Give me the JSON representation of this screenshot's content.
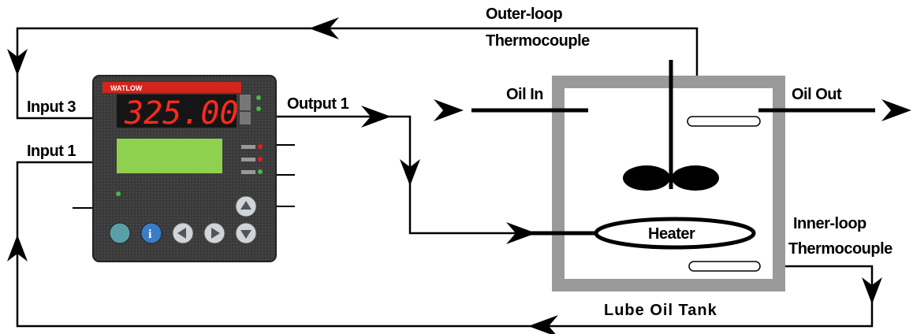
{
  "labels": {
    "outer_loop_line1": "Outer-loop",
    "outer_loop_line2": "Thermocouple",
    "input3": "Input 3",
    "input1": "Input 1",
    "output1": "Output 1",
    "oil_in": "Oil In",
    "oil_out": "Oil Out",
    "heater": "Heater",
    "inner_loop_line1": "Inner-loop",
    "inner_loop_line2": "Thermocouple",
    "tank": "Lube Oil Tank"
  },
  "controller": {
    "brand": "WATLOW",
    "display_value": "325.00"
  },
  "colors": {
    "display_text": "#ff2a1f",
    "controller_body": "#3a3a3a",
    "lcd_panel": "#8fd14f",
    "tank_wall": "#9a9a9a",
    "brand_bar": "#d4241c"
  }
}
